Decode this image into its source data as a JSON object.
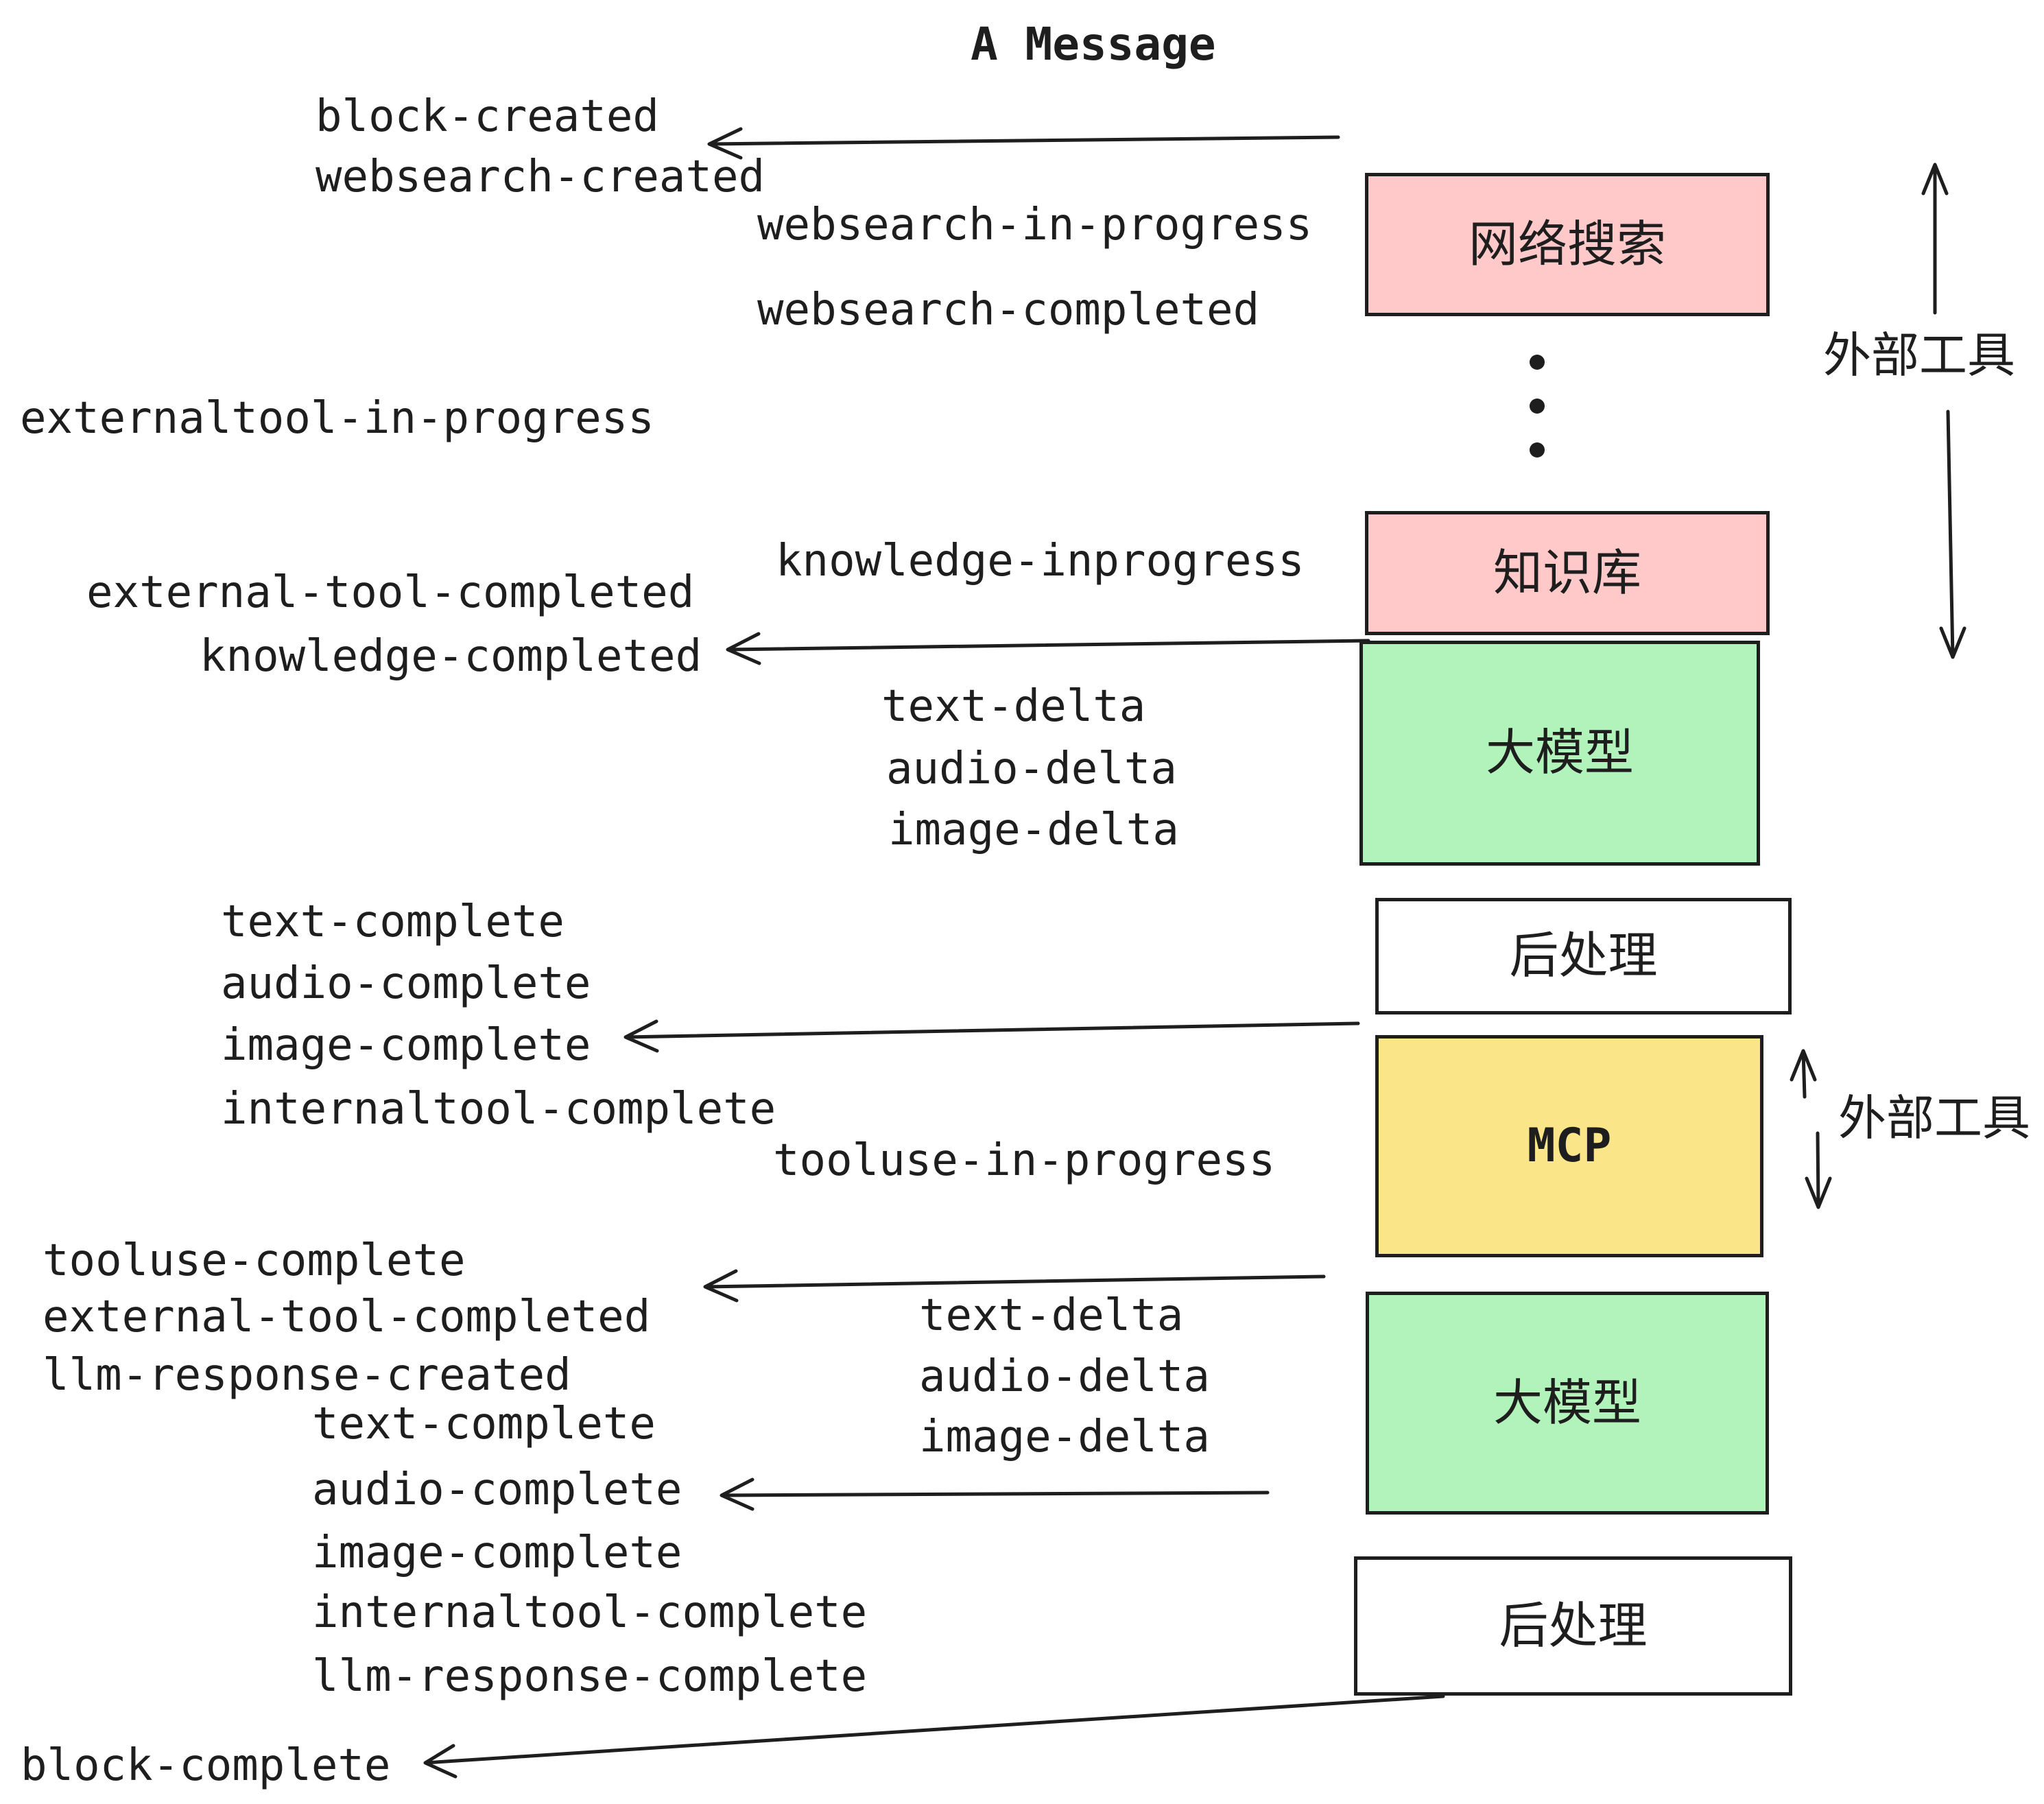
{
  "title": "A Message",
  "colors": {
    "ink": "#1e1e1e",
    "pink": "#ffc9c9",
    "green": "#b2f2bb",
    "yellow": "#fae588",
    "white": "#ffffff"
  },
  "boxes": [
    {
      "id": "websearch",
      "label": "网络搜索"
    },
    {
      "id": "knowledge",
      "label": "知识库"
    },
    {
      "id": "llm-1",
      "label": "大模型"
    },
    {
      "id": "post-1",
      "label": "后处理"
    },
    {
      "id": "mcp",
      "label": "MCP"
    },
    {
      "id": "llm-2",
      "label": "大模型"
    },
    {
      "id": "post-2",
      "label": "后处理"
    }
  ],
  "events": {
    "block_created": "block-created",
    "websearch_created": "websearch-created",
    "websearch_in_progress": "websearch-in-progress",
    "websearch_completed": "websearch-completed",
    "externaltool_in_progress": "externaltool-in-progress",
    "knowledge_inprogress": "knowledge-inprogress",
    "external_tool_completed_1": "external-tool-completed",
    "knowledge_completed": "knowledge-completed",
    "text_delta_1": "text-delta",
    "audio_delta_1": "audio-delta",
    "image_delta_1": "image-delta",
    "text_complete_1": "text-complete",
    "audio_complete_1": "audio-complete",
    "image_complete_1": "image-complete",
    "internaltool_complete_1": "internaltool-complete",
    "tooluse_in_progress": "tooluse-in-progress",
    "tooluse_complete": "tooluse-complete",
    "external_tool_completed_2": "external-tool-completed",
    "llm_response_created": "llm-response-created",
    "text_delta_2": "text-delta",
    "audio_delta_2": "audio-delta",
    "image_delta_2": "image-delta",
    "text_complete_2": "text-complete",
    "audio_complete_2": "audio-complete",
    "image_complete_2": "image-complete",
    "internaltool_complete_2": "internaltool-complete",
    "llm_response_complete": "llm-response-complete",
    "block_complete": "block-complete"
  },
  "annotations": {
    "external_tools_1": "外部工具",
    "external_tools_2": "外部工具"
  }
}
